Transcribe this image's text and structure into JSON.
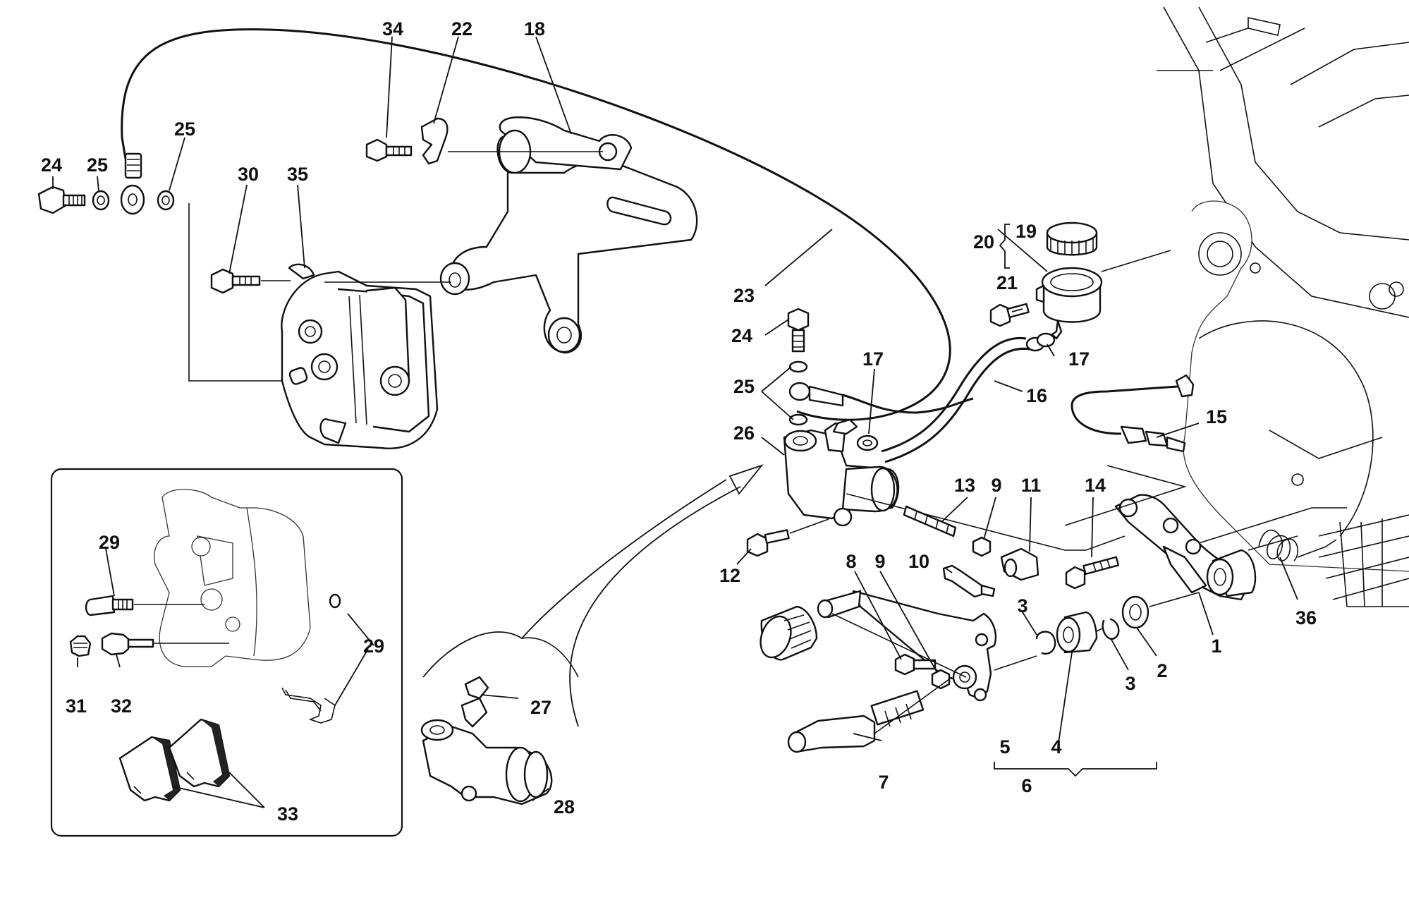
{
  "diagram": {
    "callouts": [
      {
        "id": "c34",
        "text": "34"
      },
      {
        "id": "c22",
        "text": "22"
      },
      {
        "id": "c18",
        "text": "18"
      },
      {
        "id": "c24a",
        "text": "24"
      },
      {
        "id": "c25a",
        "text": "25"
      },
      {
        "id": "c25b",
        "text": "25"
      },
      {
        "id": "c30",
        "text": "30"
      },
      {
        "id": "c35",
        "text": "35"
      },
      {
        "id": "c23",
        "text": "23"
      },
      {
        "id": "c19",
        "text": "19"
      },
      {
        "id": "c20",
        "text": "20"
      },
      {
        "id": "c21",
        "text": "21"
      },
      {
        "id": "c24b",
        "text": "24"
      },
      {
        "id": "c17a",
        "text": "17"
      },
      {
        "id": "c17b",
        "text": "17"
      },
      {
        "id": "c25c",
        "text": "25"
      },
      {
        "id": "c16",
        "text": "16"
      },
      {
        "id": "c15",
        "text": "15"
      },
      {
        "id": "c26",
        "text": "26"
      },
      {
        "id": "c13",
        "text": "13"
      },
      {
        "id": "c9a",
        "text": "9"
      },
      {
        "id": "c11",
        "text": "11"
      },
      {
        "id": "c14",
        "text": "14"
      },
      {
        "id": "c12",
        "text": "12"
      },
      {
        "id": "c8",
        "text": "8"
      },
      {
        "id": "c9b",
        "text": "9"
      },
      {
        "id": "c10",
        "text": "10"
      },
      {
        "id": "c3a",
        "text": "3"
      },
      {
        "id": "c36",
        "text": "36"
      },
      {
        "id": "c1",
        "text": "1"
      },
      {
        "id": "c2",
        "text": "2"
      },
      {
        "id": "c3b",
        "text": "3"
      },
      {
        "id": "c5",
        "text": "5"
      },
      {
        "id": "c4",
        "text": "4"
      },
      {
        "id": "c6",
        "text": "6"
      },
      {
        "id": "c7",
        "text": "7"
      },
      {
        "id": "c27",
        "text": "27"
      },
      {
        "id": "c28",
        "text": "28"
      },
      {
        "id": "c29a",
        "text": "29"
      },
      {
        "id": "c29b",
        "text": "29"
      },
      {
        "id": "c31",
        "text": "31"
      },
      {
        "id": "c32",
        "text": "32"
      },
      {
        "id": "c33",
        "text": "33"
      }
    ]
  }
}
